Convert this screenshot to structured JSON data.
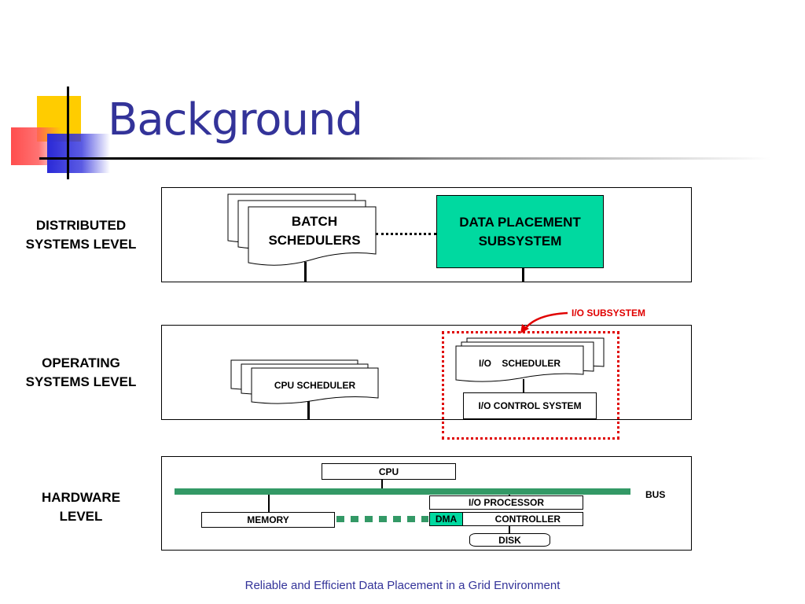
{
  "slide": {
    "title": "Background",
    "footer": "Reliable and Efficient Data Placement in a Grid Environment"
  },
  "levels": {
    "distributed_label": "DISTRIBUTED\nSYSTEMS LEVEL",
    "operating_label": "OPERATING\nSYSTEMS LEVEL",
    "hardware_label": "HARDWARE\nLEVEL"
  },
  "distributed": {
    "batch_schedulers": "BATCH\nSCHEDULERS",
    "data_placement": "DATA PLACEMENT\nSUBSYSTEM"
  },
  "operating": {
    "cpu_scheduler": "CPU    SCHEDULER",
    "io_subsystem": "I/O SUBSYSTEM",
    "io_scheduler": "I/O    SCHEDULER",
    "io_control_system": "I/O CONTROL SYSTEM"
  },
  "hardware": {
    "cpu": "CPU",
    "bus": "BUS",
    "memory": "MEMORY",
    "io_processor": "I/O PROCESSOR",
    "dma": "DMA",
    "controller": "CONTROLLER",
    "disk": "DISK"
  },
  "colors": {
    "title": "#333399",
    "accent_green": "#00d9a0",
    "bus_green": "#339966",
    "io_red": "#e00000"
  }
}
